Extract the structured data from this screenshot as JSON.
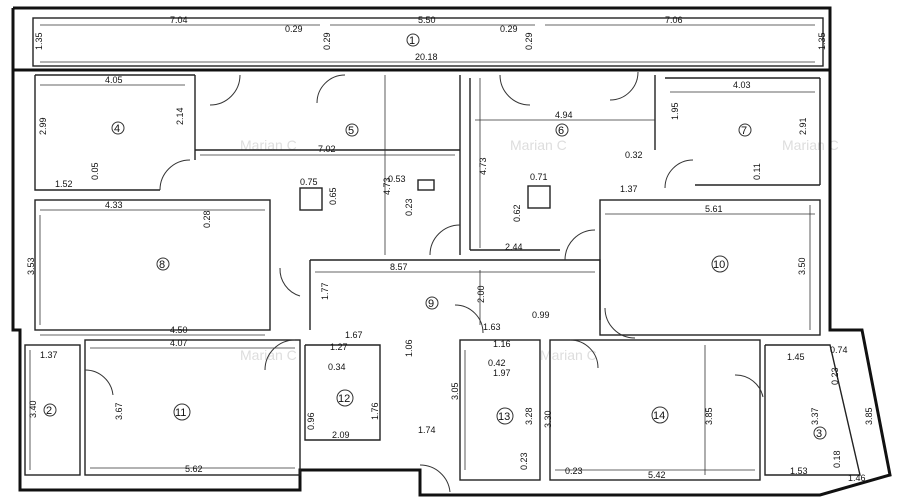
{
  "watermark": "Marian C",
  "rooms": [
    "1",
    "2",
    "3",
    "4",
    "5",
    "6",
    "7",
    "8",
    "9",
    "10",
    "11",
    "12",
    "13",
    "14"
  ],
  "dims": {
    "d704": "7.04",
    "d550": "5.50",
    "d706": "7.06",
    "d029": "0.29",
    "d2018": "20.18",
    "d135": "1.35",
    "d405": "4.05",
    "d214": "2.14",
    "d299": "2.99",
    "d152": "1.52",
    "d005": "0.05",
    "d702": "7.02",
    "d473": "4.73",
    "d075": "0.75",
    "d065": "0.65",
    "d053": "0.53",
    "d023": "0.23",
    "d028": "0.28",
    "d494": "4.94",
    "d071": "0.71",
    "d062": "0.62",
    "d244": "2.44",
    "d032": "0.32",
    "d403": "4.03",
    "d195": "1.95",
    "d291": "2.91",
    "d011": "0.11",
    "d137": "1.37",
    "d433": "4.33",
    "d353": "3.53",
    "d450": "4.50",
    "d857": "8.57",
    "d177": "1.77",
    "d200": "2.00",
    "d167": "1.67",
    "d106": "1.06",
    "d163": "1.63",
    "d099": "0.99",
    "d561": "5.61",
    "d350": "3.50",
    "d407": "4.07",
    "d367": "3.67",
    "d562": "5.62",
    "d340": "3.40",
    "d127": "1.27",
    "d034": "0.34",
    "d176": "1.76",
    "d096": "0.96",
    "d209": "2.09",
    "d174": "1.74",
    "d116": "1.16",
    "d042": "0.42",
    "d197": "1.97",
    "d305": "3.05",
    "d330": "3.30",
    "d328": "3.28",
    "d542": "5.42",
    "d385": "3.85",
    "d145": "1.45",
    "d074": "0.74",
    "d337": "3.37",
    "d018": "0.18",
    "d153": "1.53",
    "d146": "1.46"
  }
}
